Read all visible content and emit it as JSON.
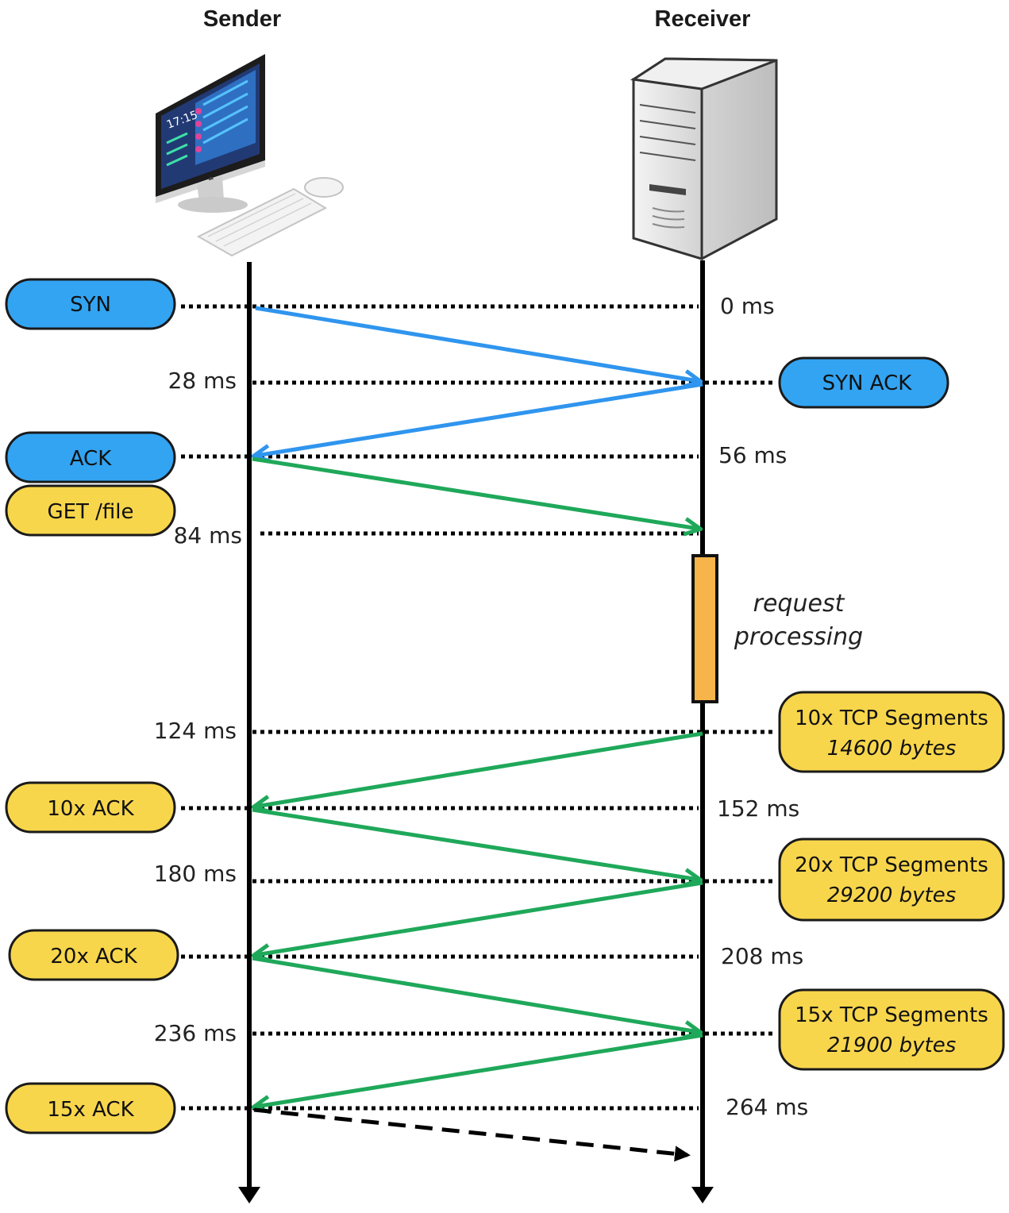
{
  "headers": {
    "sender": "Sender",
    "receiver": "Receiver"
  },
  "sender_screen": {
    "clock": "17:15"
  },
  "colors": {
    "handshake": "#2f95ee",
    "data": "#1fa85a",
    "handshake_pill": "#33a4f2",
    "data_pill": "#f8d64c",
    "processing": "#f6b44a"
  },
  "icons": {
    "sender": "desktop-computer-icon",
    "receiver": "server-tower-icon"
  },
  "messages": [
    {
      "label": "SYN"
    },
    {
      "label": "SYN ACK"
    },
    {
      "label": "ACK"
    },
    {
      "label": "GET /file"
    },
    {
      "label": "10x TCP Segments",
      "detail": "14600 bytes"
    },
    {
      "label": "10x ACK"
    },
    {
      "label": "20x TCP Segments",
      "detail": "29200 bytes"
    },
    {
      "label": "20x ACK"
    },
    {
      "label": "15x TCP Segments",
      "detail": "21900 bytes"
    },
    {
      "label": "15x ACK"
    }
  ],
  "times": [
    "0 ms",
    "28 ms",
    "56 ms",
    "84 ms",
    "124 ms",
    "152 ms",
    "180 ms",
    "208 ms",
    "236 ms",
    "264 ms"
  ],
  "processing": {
    "line1": "request",
    "line2": "processing"
  }
}
